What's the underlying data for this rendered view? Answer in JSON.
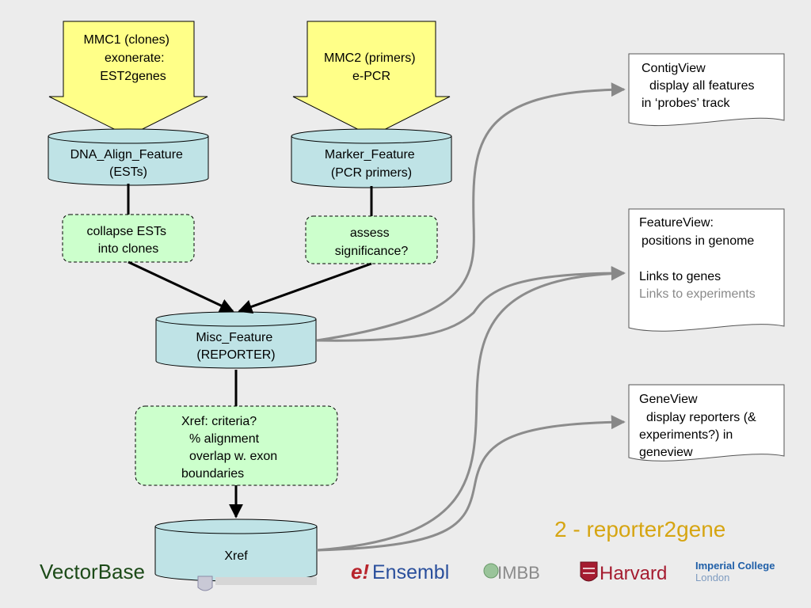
{
  "inputs": {
    "mmc1": {
      "lines": [
        "MMC1 (clones)",
        "exonerate:",
        "EST2genes"
      ]
    },
    "mmc2": {
      "lines": [
        "MMC2 (primers)",
        "e-PCR"
      ]
    }
  },
  "databases": {
    "dna_align": {
      "lines": [
        "DNA_Align_Feature",
        "(ESTs)"
      ]
    },
    "marker": {
      "lines": [
        "Marker_Feature",
        "(PCR primers)"
      ]
    },
    "misc": {
      "lines": [
        "Misc_Feature",
        "(REPORTER)"
      ]
    },
    "xref": {
      "lines": [
        "Xref"
      ]
    }
  },
  "processes": {
    "collapse": {
      "lines": [
        "collapse ESTs",
        "into clones"
      ]
    },
    "assess": {
      "lines": [
        "assess",
        "significance?"
      ]
    },
    "xref_criteria": {
      "lines": [
        "Xref: criteria?",
        "% alignment",
        "overlap w. exon",
        "boundaries"
      ]
    }
  },
  "documents": {
    "contigview": {
      "lines": [
        "ContigView",
        "display all features",
        "in ‘probes’ track"
      ]
    },
    "featureview": {
      "lines": [
        "FeatureView:",
        "positions in genome",
        "",
        "Links to genes",
        "Links to experiments"
      ]
    },
    "geneview": {
      "lines": [
        "GeneView",
        "display reporters (&",
        "experiments?) in",
        "geneview"
      ]
    }
  },
  "slide_title": "2 - reporter2gene",
  "footer": {
    "vectorbase": "VectorBase",
    "ensembl_prefix": "e!",
    "ensembl": "Ensembl",
    "imbb": "IMBB",
    "harvard": "Harvard",
    "imperial_line1": "Imperial College",
    "imperial_line2": "London"
  },
  "colors": {
    "input_fill": "#ffff88",
    "db_fill": "#bfe3e6",
    "process_fill": "#ccffcc",
    "doc_fill": "#ffffff",
    "title": "#d6a512"
  }
}
